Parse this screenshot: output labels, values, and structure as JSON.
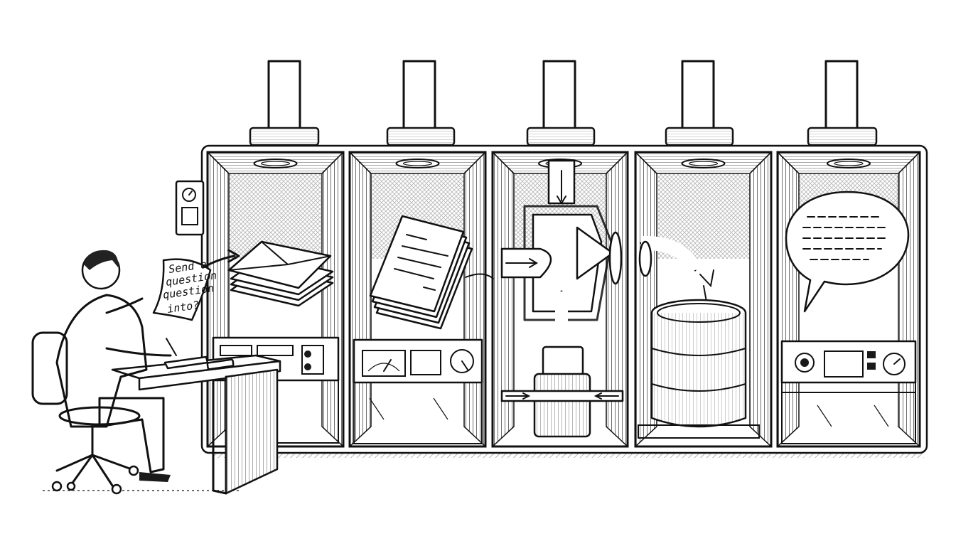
{
  "illustration": {
    "note_text_lines": [
      "Send a",
      "question",
      "question",
      "into?"
    ],
    "ink_color": "#111111",
    "paper_color": "#ffffff",
    "hatch_color": "#444444"
  },
  "icons": {
    "stage1": "envelope-icon",
    "stage2": "document-stack-icon",
    "stage3": "pipe-junction-icon",
    "stage4": "database-barrel-icon",
    "stage5": "speech-bubble-icon"
  }
}
